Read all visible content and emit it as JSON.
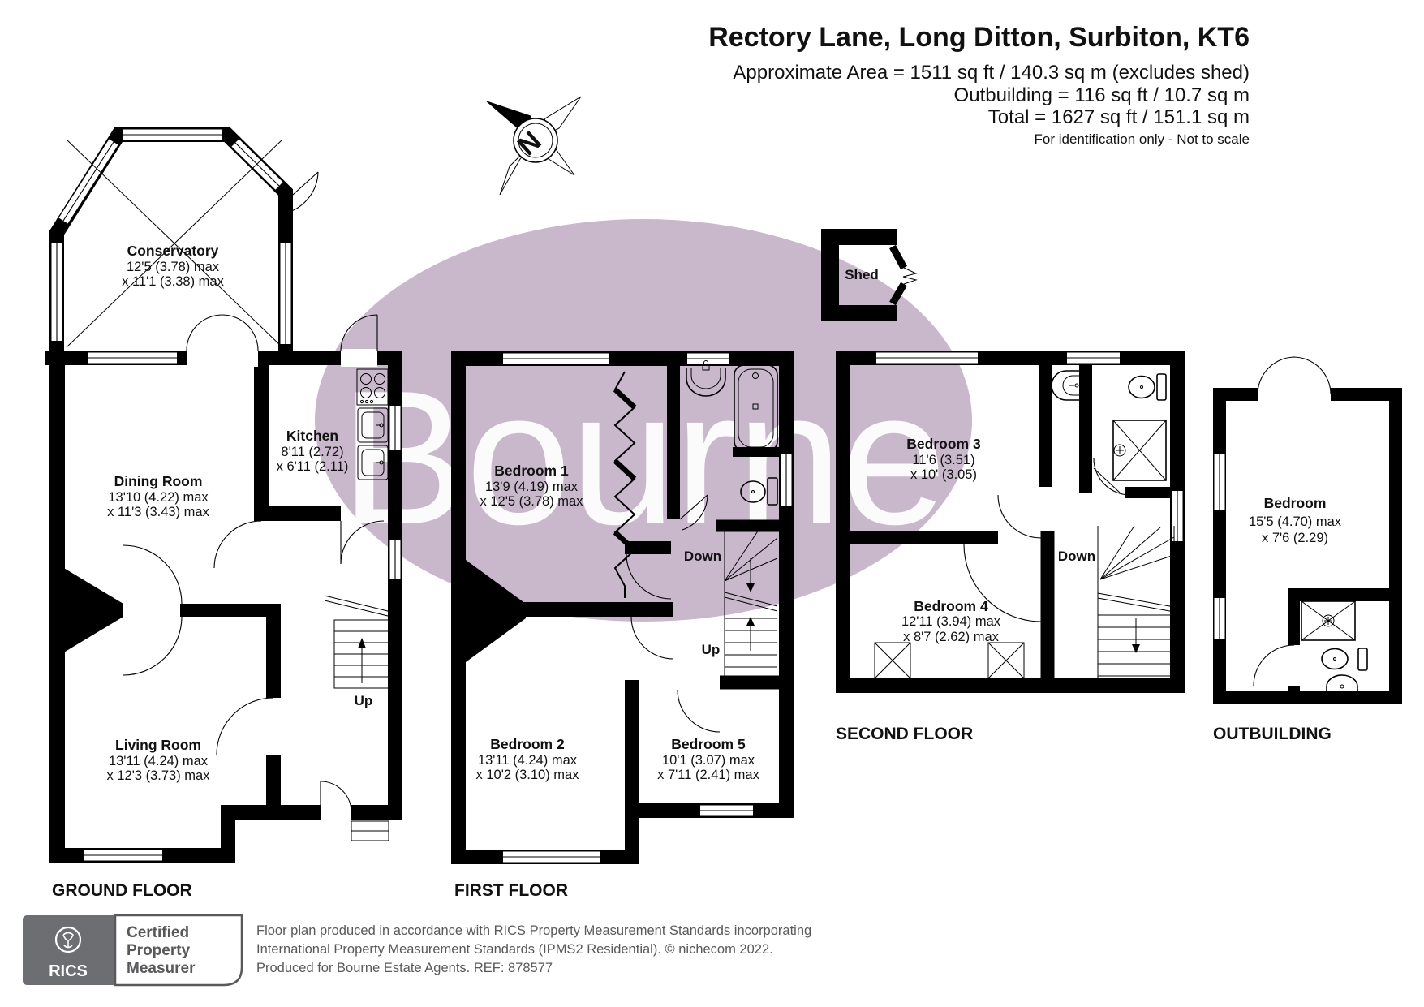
{
  "header": {
    "title": "Rectory Lane, Long Ditton, Surbiton, KT6",
    "area_line1": "Approximate Area = 1511 sq ft / 140.3 sq m (excludes shed)",
    "area_line2": "Outbuilding = 116 sq ft / 10.7 sq m",
    "area_line3": "Total = 1627 sq ft / 151.1 sq m",
    "note": "For identification only - Not to scale"
  },
  "compass": {
    "north_label": "N"
  },
  "watermark": {
    "text": "Bourne",
    "ellipse_color": "#c9b7cc",
    "text_color": "#ffffff"
  },
  "shed": {
    "label": "Shed"
  },
  "floors": {
    "ground": {
      "label": "GROUND FLOOR",
      "up_label": "Up",
      "rooms": {
        "conservatory": {
          "name": "Conservatory",
          "dim1": "12'5 (3.78) max",
          "dim2": "x 11'1 (3.38) max"
        },
        "kitchen": {
          "name": "Kitchen",
          "dim1": "8'11 (2.72)",
          "dim2": "x 6'11 (2.11)"
        },
        "dining": {
          "name": "Dining Room",
          "dim1": "13'10 (4.22) max",
          "dim2": "x 11'3 (3.43) max"
        },
        "living": {
          "name": "Living Room",
          "dim1": "13'11 (4.24) max",
          "dim2": "x 12'3 (3.73) max"
        }
      }
    },
    "first": {
      "label": "FIRST FLOOR",
      "down_label": "Down",
      "up_label": "Up",
      "rooms": {
        "bedroom1": {
          "name": "Bedroom 1",
          "dim1": "13'9 (4.19) max",
          "dim2": "x 12'5 (3.78) max"
        },
        "bedroom2": {
          "name": "Bedroom 2",
          "dim1": "13'11 (4.24) max",
          "dim2": "x 10'2 (3.10) max"
        },
        "bedroom5": {
          "name": "Bedroom 5",
          "dim1": "10'1 (3.07) max",
          "dim2": "x 7'11 (2.41) max"
        }
      }
    },
    "second": {
      "label": "SECOND FLOOR",
      "down_label": "Down",
      "rooms": {
        "bedroom3": {
          "name": "Bedroom 3",
          "dim1": "11'6 (3.51)",
          "dim2": "x 10' (3.05)"
        },
        "bedroom4": {
          "name": "Bedroom 4",
          "dim1": "12'11 (3.94) max",
          "dim2": "x 8'7 (2.62) max"
        }
      }
    },
    "outbuilding": {
      "label": "OUTBUILDING",
      "rooms": {
        "bedroom": {
          "name": "Bedroom",
          "dim1": "15'5 (4.70) max",
          "dim2": "x 7'6 (2.29)"
        }
      }
    }
  },
  "footer": {
    "rics_label": "RICS",
    "certified_line1": "Certified",
    "certified_line2": "Property",
    "certified_line3": "Measurer",
    "line1": "Floor plan produced in accordance with RICS Property Measurement Standards incorporating",
    "line2": "International Property Measurement Standards (IPMS2 Residential).   © nichecom 2022.",
    "line3": "Produced for Bourne Estate Agents.   REF:  878577"
  }
}
